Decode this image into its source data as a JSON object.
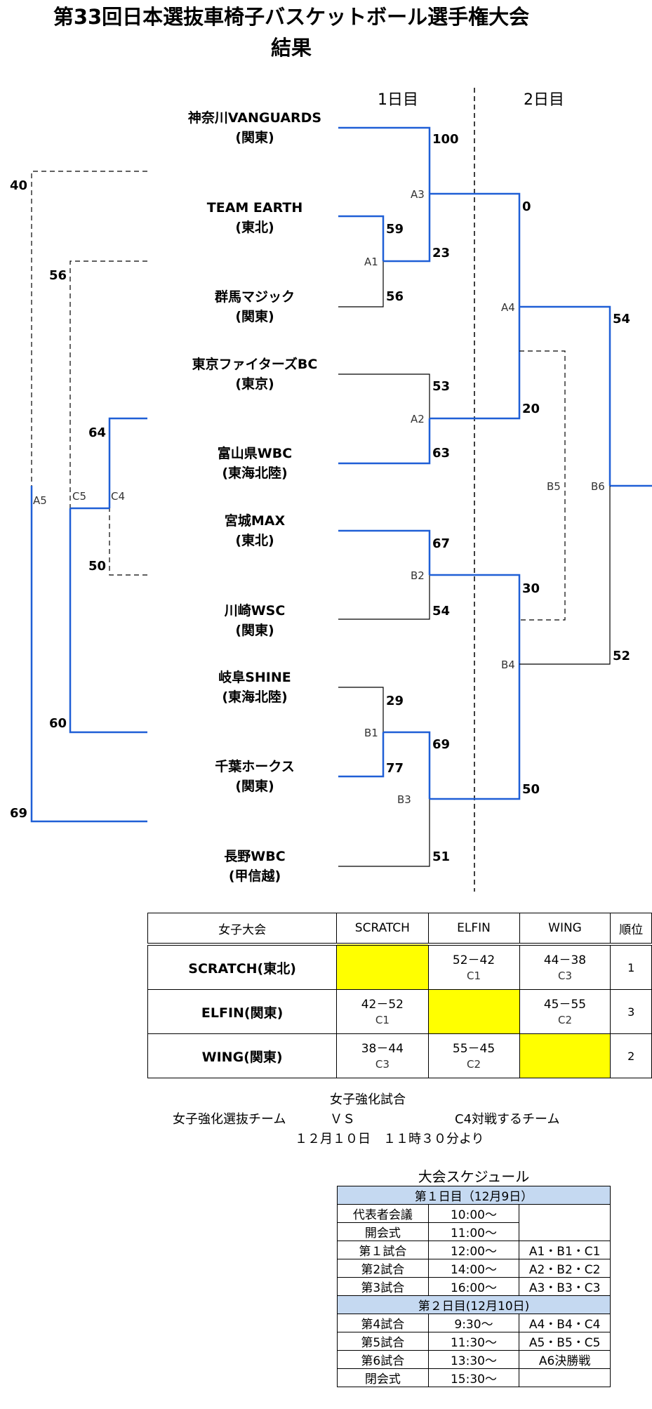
{
  "title": {
    "line1": "第33回日本選抜車椅子バスケットボール選手権大会",
    "line2": "結果"
  },
  "days": {
    "day1": "1日目",
    "day2": "2日目"
  },
  "teams": [
    {
      "name": "神奈川VANGUARDS",
      "region": "(関東)"
    },
    {
      "name": "TEAM EARTH",
      "region": "(東北)"
    },
    {
      "name": "群馬マジック",
      "region": "(関東)"
    },
    {
      "name": "東京ファイターズBC",
      "region": "(東京)"
    },
    {
      "name": "富山県WBC",
      "region": "(東海北陸)"
    },
    {
      "name": "宮城MAX",
      "region": "(東北)"
    },
    {
      "name": "川崎WSC",
      "region": "(関東)"
    },
    {
      "name": "岐阜SHINE",
      "region": "(東海北陸)"
    },
    {
      "name": "千葉ホークス",
      "region": "(関東)"
    },
    {
      "name": "長野WBC",
      "region": "(甲信越)"
    }
  ],
  "matches": {
    "A1": "A1",
    "A2": "A2",
    "A3": "A3",
    "A4": "A4",
    "A5": "A5",
    "B1": "B1",
    "B2": "B2",
    "B3": "B3",
    "B4": "B4",
    "B5": "B5",
    "B6": "B6",
    "C4": "C4",
    "C5": "C5"
  },
  "scores": {
    "kanagawa_a3": "100",
    "a1_winner_a3": "23",
    "earth_a1": "59",
    "gunma_a1": "56",
    "tokyo_a2": "53",
    "toyama_a2": "63",
    "a3_winner_a4": "0",
    "a2_winner_a4": "20",
    "miyagi_b2": "67",
    "kawasaki_b2": "54",
    "gifu_b1": "29",
    "chiba_b1": "77",
    "b1_winner_b3": "69",
    "nagano_b3": "51",
    "b2_winner_b4": "30",
    "b3_winner_b4": "50",
    "a4_winner_b6": "54",
    "b4_winner_b6": "52",
    "c4_top": "64",
    "c4_bottom": "50",
    "c5_top": "56",
    "c5_bottom": "60",
    "a5_top": "40",
    "a5_bottom": "69"
  },
  "colors": {
    "winner_line": "#1f5fd6",
    "self_cell": "#ffff00",
    "schedule_day": "#c5d9f1"
  },
  "women": {
    "header": [
      "女子大会",
      "SCRATCH",
      "ELFIN",
      "WING",
      "順位"
    ],
    "rows": [
      {
        "label": "SCRATCH(東北)",
        "cells": [
          null,
          {
            "score": "52－42",
            "game": "C1"
          },
          {
            "score": "44－38",
            "game": "C3"
          }
        ],
        "rank": "1"
      },
      {
        "label": "ELFIN(関東)",
        "cells": [
          {
            "score": "42－52",
            "game": "C1"
          },
          null,
          {
            "score": "45－55",
            "game": "C2"
          }
        ],
        "rank": "3"
      },
      {
        "label": "WING(関東)",
        "cells": [
          {
            "score": "38－44",
            "game": "C3"
          },
          {
            "score": "55－45",
            "game": "C2"
          },
          null
        ],
        "rank": "2"
      }
    ]
  },
  "practice": {
    "title": "女子強化試合",
    "left": "女子強化選抜チーム",
    "vs": "ＶＳ",
    "right": "C4対戦するチーム",
    "when": "１２月１０日　１１時３０分より"
  },
  "schedule": {
    "title": "大会スケジュール",
    "day1": "第１日目（12月9日）",
    "day1_rows": [
      {
        "event": "代表者会議",
        "time": "10:00～",
        "games": ""
      },
      {
        "event": "開会式",
        "time": "11:00～",
        "games": ""
      },
      {
        "event": "第１試合",
        "time": "12:00～",
        "games": "A1・B1・C1"
      },
      {
        "event": "第2試合",
        "time": "14:00～",
        "games": "A2・B2・C2"
      },
      {
        "event": "第3試合",
        "time": "16:00～",
        "games": "A3・B3・C3"
      }
    ],
    "day2": "第２日目(12月10日)",
    "day2_rows": [
      {
        "event": "第4試合",
        "time": "9:30～",
        "games": "A4・B4・C4"
      },
      {
        "event": "第5試合",
        "time": "11:30～",
        "games": "A5・B5・C5"
      },
      {
        "event": "第6試合",
        "time": "13:30～",
        "games": "A6決勝戦"
      },
      {
        "event": "閉会式",
        "time": "15:30～",
        "games": ""
      }
    ]
  }
}
